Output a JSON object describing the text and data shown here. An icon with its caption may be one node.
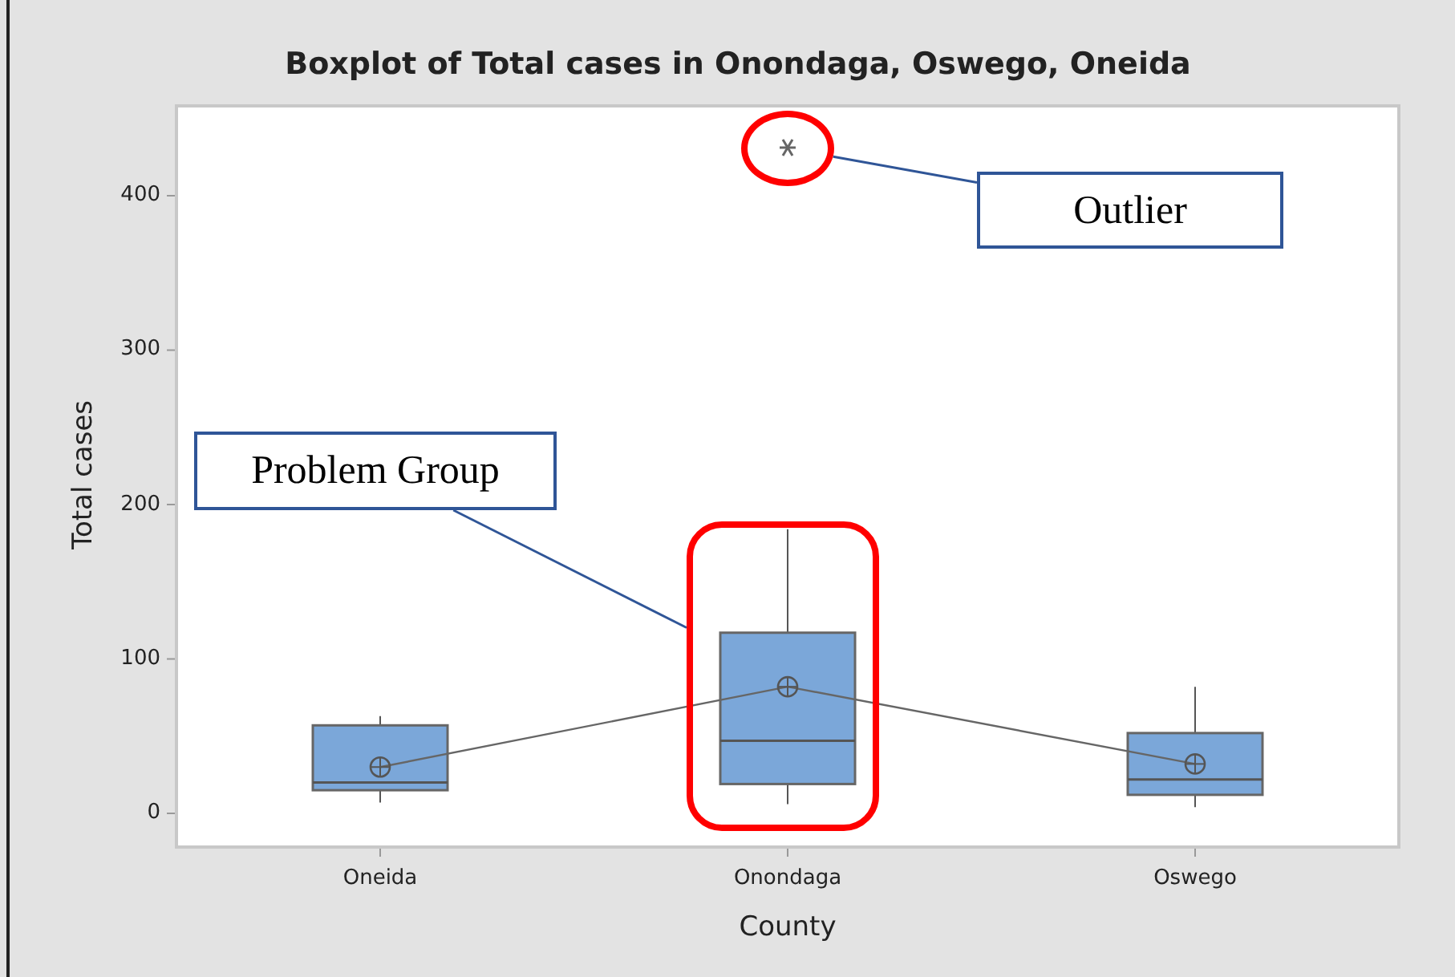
{
  "diagram": {
    "title": "Boxplot of Total cases in Onondaga, Oswego, Oneida",
    "nodes": [
      {
        "text": [
          "Outlier"
        ]
      },
      {
        "text": [],
        "shape": "circle"
      },
      {
        "text": [
          "Problem Group"
        ]
      },
      {
        "text": [],
        "shape": "box"
      }
    ],
    "edges": [
      {
        "from": 0,
        "to": 1,
        "arrow": "none"
      },
      {
        "from": 2,
        "to": 3,
        "arrow": "none"
      }
    ],
    "labels": [
      "400",
      "300",
      "200",
      "100",
      "0",
      "Total cases",
      "Oneida",
      "Onondaga",
      "Oswego",
      "County"
    ]
  }
}
